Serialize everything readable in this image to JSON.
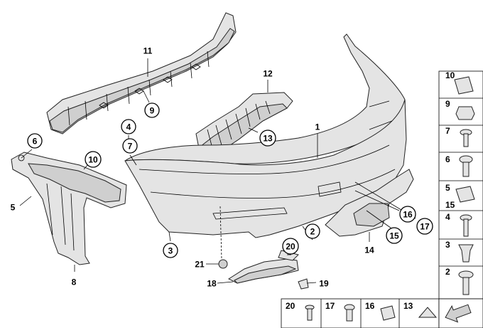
{
  "diagram": {
    "callouts": [
      {
        "id": "c1",
        "text": "1",
        "circled": false
      },
      {
        "id": "c2",
        "text": "2",
        "circled": true
      },
      {
        "id": "c3",
        "text": "3",
        "circled": true
      },
      {
        "id": "c4",
        "text": "4",
        "circled": true
      },
      {
        "id": "c5",
        "text": "5",
        "circled": false
      },
      {
        "id": "c6",
        "text": "6",
        "circled": true
      },
      {
        "id": "c7",
        "text": "7",
        "circled": true
      },
      {
        "id": "c8",
        "text": "8",
        "circled": false
      },
      {
        "id": "c9",
        "text": "9",
        "circled": true
      },
      {
        "id": "c10",
        "text": "10",
        "circled": true
      },
      {
        "id": "c11",
        "text": "11",
        "circled": false
      },
      {
        "id": "c12",
        "text": "12",
        "circled": false
      },
      {
        "id": "c13",
        "text": "13",
        "circled": true
      },
      {
        "id": "c14",
        "text": "14",
        "circled": false
      },
      {
        "id": "c15",
        "text": "15",
        "circled": true
      },
      {
        "id": "c16",
        "text": "16",
        "circled": true
      },
      {
        "id": "c17",
        "text": "17",
        "circled": true
      },
      {
        "id": "c18",
        "text": "18",
        "circled": false
      },
      {
        "id": "c19",
        "text": "19",
        "circled": false
      },
      {
        "id": "c20",
        "text": "20",
        "circled": true
      },
      {
        "id": "c21",
        "text": "21",
        "circled": false
      }
    ],
    "legend_right": [
      "10",
      "9",
      "7",
      "6",
      "5",
      "15",
      "4",
      "3",
      "2"
    ],
    "legend_bottom": [
      "20",
      "17",
      "16",
      "13"
    ]
  }
}
